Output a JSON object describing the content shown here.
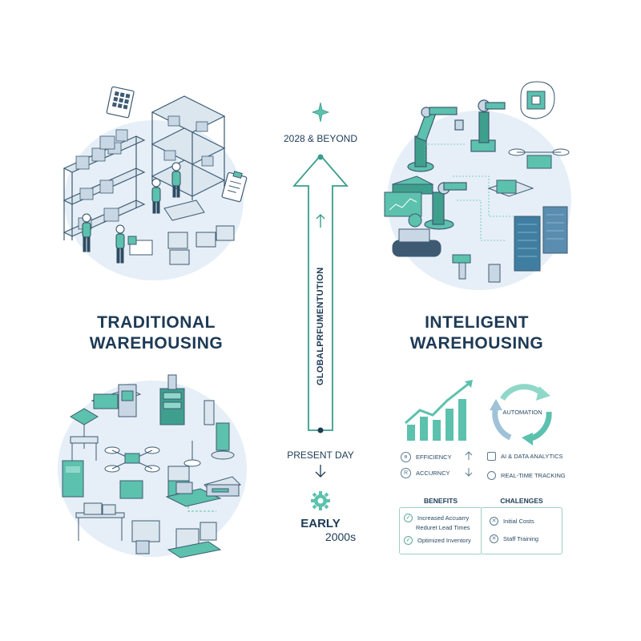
{
  "left": {
    "title_line1": "TRADITIONAL",
    "title_line2": "WAREHOUSING"
  },
  "right": {
    "title_line1": "INTELIGENT",
    "title_line2": "WAREHOUSING"
  },
  "timeline": {
    "top_label": "2028 & BEYOND",
    "arrow_text": "GLOBALPRFUMENTUTION",
    "present_label": "PRESENT DAY",
    "early_label": "EARLY",
    "early_year": "2000s"
  },
  "metrics": {
    "automation_label": "AUTOMATION",
    "efficiency": "EFFICIENCY",
    "accuracy": "ACCURNCY",
    "ai_analytics": "AI & DATA ANALYTICS",
    "realtime": "REAL-TIME TRACKING",
    "efficiency_icon": "ɵ",
    "accuracy_icon": "R"
  },
  "benefits": {
    "header": "BENEFITS",
    "items": [
      "Increased Accuarry",
      "Reduret Lead Times",
      "Optimized Inventory"
    ]
  },
  "challenges": {
    "header": "CHALENGES",
    "items": [
      "Initial Costs",
      "Staff Training"
    ]
  },
  "colors": {
    "teal": "#5cc1ad",
    "teal_dark": "#3a9e8c",
    "navy": "#1d3a55",
    "slate": "#5b7a90",
    "blob": "#e6eff7"
  }
}
